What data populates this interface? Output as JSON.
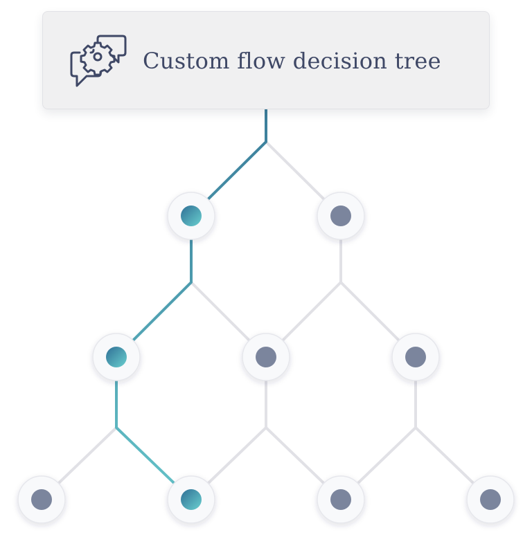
{
  "header": {
    "title": "Custom flow decision tree",
    "icon": "chat-gear-icon"
  },
  "colors": {
    "active_path_start": "#3b7d9a",
    "active_path_end": "#62bfc6",
    "inactive_edge": "#e1e1e6",
    "inactive_node": "#7b859d",
    "node_ring": "#f8f9fb",
    "header_background": "#f0f0f1",
    "header_text": "#3f4866"
  },
  "tree": {
    "levels": 3,
    "nodes": [
      {
        "id": "l1-0",
        "level": 1,
        "active": true
      },
      {
        "id": "l1-1",
        "level": 1,
        "active": false
      },
      {
        "id": "l2-0",
        "level": 2,
        "active": true
      },
      {
        "id": "l2-1",
        "level": 2,
        "active": false
      },
      {
        "id": "l2-2",
        "level": 2,
        "active": false
      },
      {
        "id": "l3-0",
        "level": 3,
        "active": false
      },
      {
        "id": "l3-1",
        "level": 3,
        "active": true
      },
      {
        "id": "l3-2",
        "level": 3,
        "active": false
      },
      {
        "id": "l3-3",
        "level": 3,
        "active": false
      }
    ],
    "edges": [
      {
        "from": "root",
        "to": "l1-0",
        "active": true
      },
      {
        "from": "root",
        "to": "l1-1",
        "active": false
      },
      {
        "from": "l1-0",
        "to": "l2-0",
        "active": true
      },
      {
        "from": "l1-0",
        "to": "l2-1",
        "active": false
      },
      {
        "from": "l1-1",
        "to": "l2-1",
        "active": false
      },
      {
        "from": "l1-1",
        "to": "l2-2",
        "active": false
      },
      {
        "from": "l2-0",
        "to": "l3-0",
        "active": false
      },
      {
        "from": "l2-0",
        "to": "l3-1",
        "active": true
      },
      {
        "from": "l2-1",
        "to": "l3-1",
        "active": false
      },
      {
        "from": "l2-1",
        "to": "l3-2",
        "active": false
      },
      {
        "from": "l2-2",
        "to": "l3-2",
        "active": false
      },
      {
        "from": "l2-2",
        "to": "l3-3",
        "active": false
      }
    ]
  }
}
